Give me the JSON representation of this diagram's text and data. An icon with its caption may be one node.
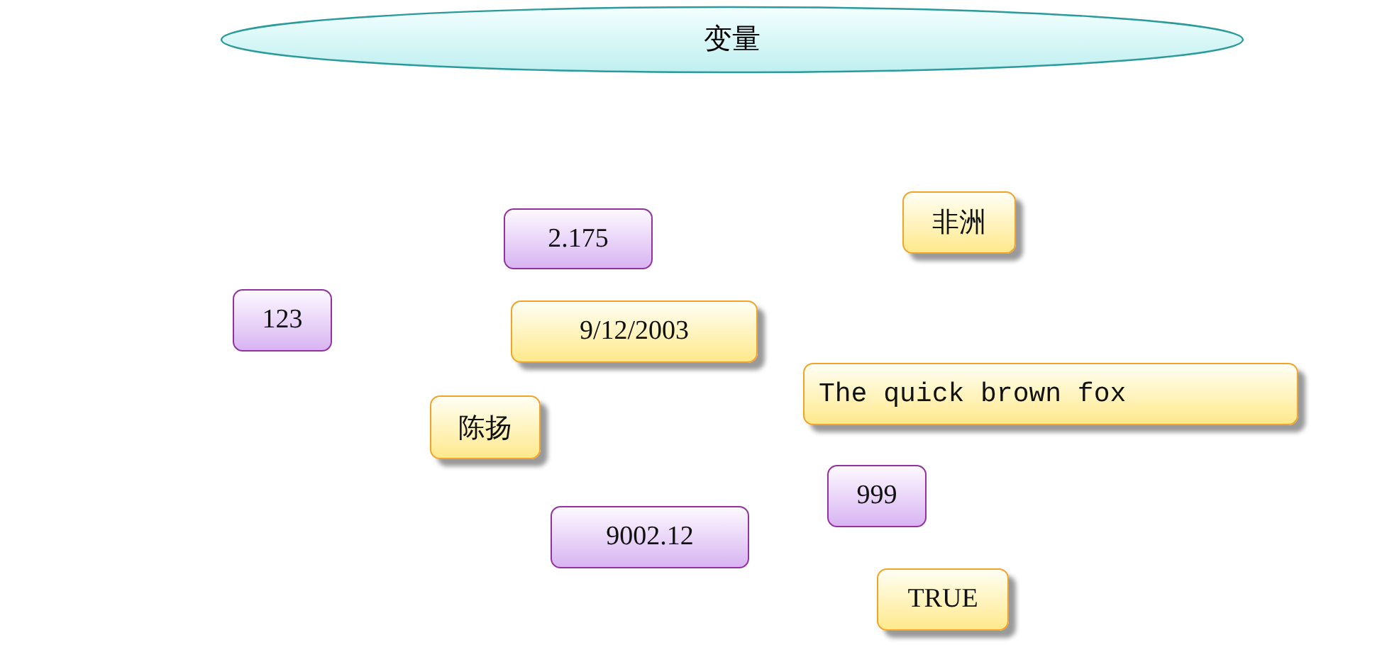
{
  "diagram": {
    "nodes": [
      {
        "text": [
          "变量"
        ]
      },
      {
        "text": [
          "非洲"
        ]
      },
      {
        "text": [
          "2.175"
        ]
      },
      {
        "text": [
          "123"
        ]
      },
      {
        "text": [
          "9/12/2003"
        ]
      },
      {
        "text": [
          "The quick brown fox"
        ]
      },
      {
        "text": [
          "陈扬"
        ]
      },
      {
        "text": [
          "999"
        ]
      },
      {
        "text": [
          "9002.12"
        ]
      },
      {
        "text": [
          "TRUE"
        ]
      }
    ]
  }
}
